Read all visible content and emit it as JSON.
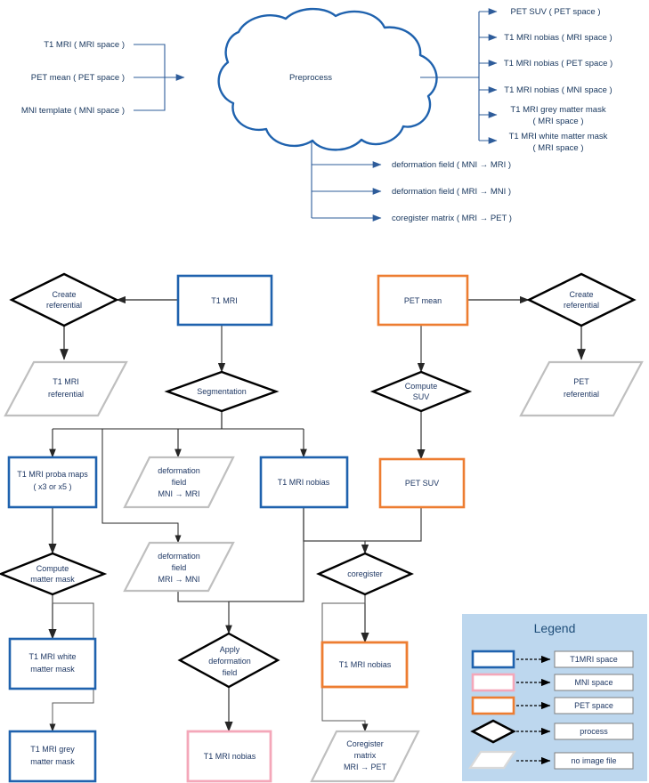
{
  "diagram": {
    "title": "Preprocess pipeline flowchart",
    "colors": {
      "blue_border": "#1F62AE",
      "orange_border": "#ED7D31",
      "pink_border": "#F4A7B9",
      "grey_border": "#BFBFBF",
      "black_border": "#000000",
      "cloud_border": "#1F62AE",
      "legend_bg": "#BDD7EE",
      "text": "#1F3864",
      "arrow_blue": "#2E5C9A",
      "arrow_dark": "#404040"
    }
  },
  "preprocess": {
    "cloud_label": "Preprocess",
    "inputs": [
      {
        "label": "T1 MRI ( MRI space )"
      },
      {
        "label": "PET mean ( PET space )"
      },
      {
        "label": "MNI template ( MNI space )"
      }
    ],
    "outputs_right": [
      {
        "line1": "PET SUV ( PET space )",
        "line2": ""
      },
      {
        "line1": "T1 MRI nobias ( MRI space )",
        "line2": ""
      },
      {
        "line1": "T1 MRI nobias ( PET space )",
        "line2": ""
      },
      {
        "line1": "T1 MRI nobias ( MNI space )",
        "line2": ""
      },
      {
        "line1": "T1 MRI grey matter mask",
        "line2": "( MRI space )"
      },
      {
        "line1": "T1 MRI white matter mask",
        "line2": "( MRI space )"
      }
    ],
    "outputs_bottom": [
      {
        "label": "deformation field ( MNI → MRI )"
      },
      {
        "label": "deformation field ( MRI → MNI )"
      },
      {
        "label": "coregister matrix ( MRI → PET )"
      }
    ]
  },
  "flow": {
    "nodes": [
      {
        "id": "create-referential-mri",
        "kind": "process",
        "lines": [
          "Create",
          "referential"
        ]
      },
      {
        "id": "t1-mri",
        "kind": "t1mri-space",
        "lines": [
          "T1 MRI"
        ]
      },
      {
        "id": "pet-mean",
        "kind": "pet-space",
        "lines": [
          "PET mean"
        ]
      },
      {
        "id": "create-referential-pet",
        "kind": "process",
        "lines": [
          "Create",
          "referential"
        ]
      },
      {
        "id": "t1-mri-referential",
        "kind": "no-image-file",
        "lines": [
          "T1 MRI",
          "referential"
        ]
      },
      {
        "id": "segmentation",
        "kind": "process",
        "lines": [
          "Segmentation"
        ]
      },
      {
        "id": "compute-suv",
        "kind": "process",
        "lines": [
          "Compute",
          "SUV"
        ]
      },
      {
        "id": "pet-referential",
        "kind": "no-image-file",
        "lines": [
          "PET",
          "referential"
        ]
      },
      {
        "id": "t1-mri-proba-maps",
        "kind": "t1mri-space",
        "lines": [
          "T1 MRI proba maps",
          "( x3 or x5 )"
        ]
      },
      {
        "id": "deformation-field-mni-mri",
        "kind": "no-image-file",
        "lines": [
          "deformation",
          "field",
          "MNI → MRI"
        ]
      },
      {
        "id": "t1-mri-nobias-mri",
        "kind": "t1mri-space",
        "lines": [
          "T1 MRI nobias"
        ]
      },
      {
        "id": "pet-suv",
        "kind": "pet-space",
        "lines": [
          "PET SUV"
        ]
      },
      {
        "id": "compute-matter-mask",
        "kind": "process",
        "lines": [
          "Compute",
          "matter mask"
        ]
      },
      {
        "id": "deformation-field-mri-mni",
        "kind": "no-image-file",
        "lines": [
          "deformation",
          "field",
          "MRI → MNI"
        ]
      },
      {
        "id": "coregister",
        "kind": "process",
        "lines": [
          "coregister"
        ]
      },
      {
        "id": "t1-mri-white-matter-mask",
        "kind": "t1mri-space",
        "lines": [
          "T1 MRI white",
          "matter mask"
        ]
      },
      {
        "id": "apply-deformation-field",
        "kind": "process",
        "lines": [
          "Apply",
          "deformation",
          "field"
        ]
      },
      {
        "id": "t1-mri-nobias-pet",
        "kind": "pet-space",
        "lines": [
          "T1 MRI nobias"
        ]
      },
      {
        "id": "t1-mri-grey-matter-mask",
        "kind": "t1mri-space",
        "lines": [
          "T1 MRI grey",
          "matter mask"
        ]
      },
      {
        "id": "t1-mri-nobias-mni",
        "kind": "mni-space",
        "lines": [
          "T1 MRI nobias"
        ]
      },
      {
        "id": "coregister-matrix",
        "kind": "no-image-file",
        "lines": [
          "Coregister",
          "matrix",
          "MRI → PET"
        ]
      }
    ]
  },
  "legend": {
    "title": "Legend",
    "items": [
      {
        "shape": "rect-blue",
        "label": "T1MRI space"
      },
      {
        "shape": "rect-pink",
        "label": "MNI space"
      },
      {
        "shape": "rect-orange",
        "label": "PET space"
      },
      {
        "shape": "diamond-black",
        "label": "process"
      },
      {
        "shape": "parallelogram-grey",
        "label": "no image file"
      }
    ]
  }
}
